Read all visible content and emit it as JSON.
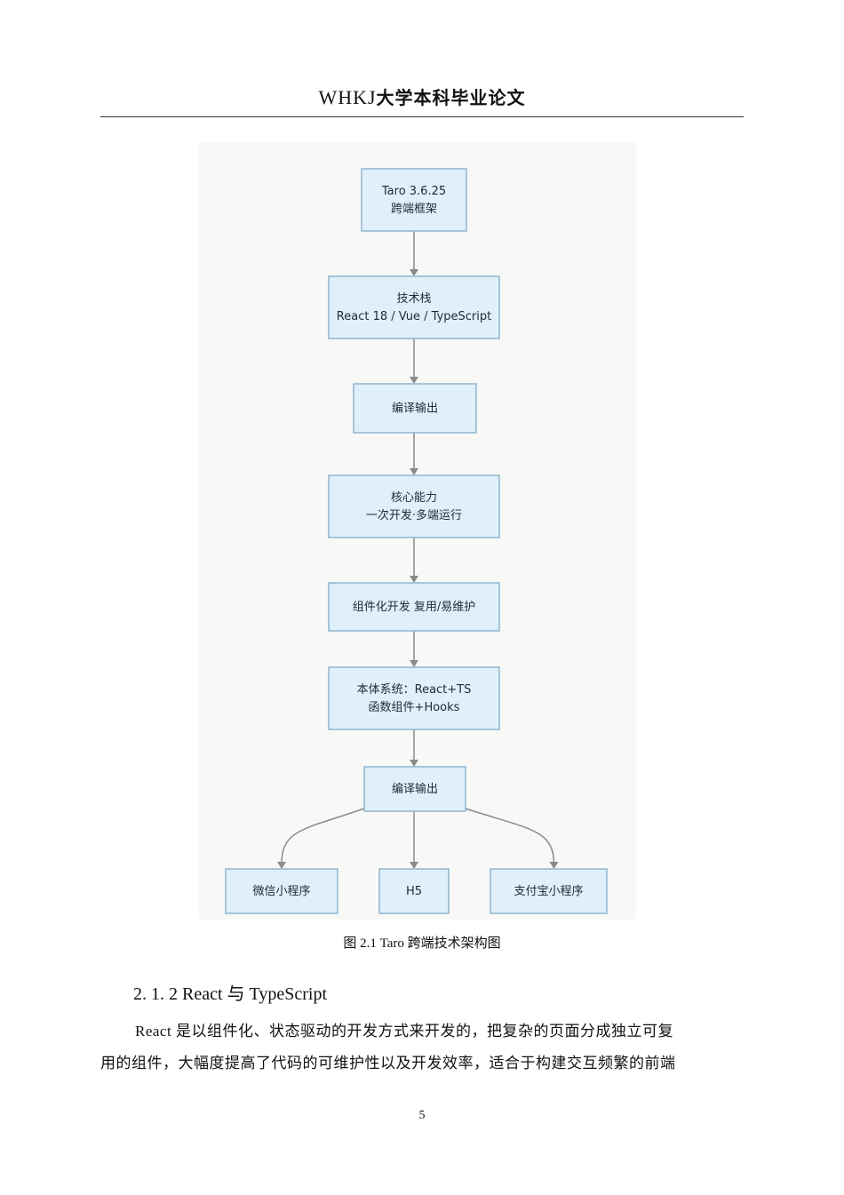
{
  "header": {
    "title_latin": "WHKJ",
    "title_cjk": "大学本科毕业论文"
  },
  "figure": {
    "nodes": [
      {
        "id": "taro",
        "lines": [
          "Taro 3.6.25",
          "跨端框架"
        ]
      },
      {
        "id": "stack",
        "lines": [
          "技术栈",
          "React 18 / Vue / TypeScript"
        ]
      },
      {
        "id": "compile1",
        "lines": [
          "编译输出"
        ]
      },
      {
        "id": "core",
        "lines": [
          "核心能力",
          "一次开发·多端运行"
        ]
      },
      {
        "id": "component",
        "lines": [
          "组件化开发 复用/易维护"
        ]
      },
      {
        "id": "system",
        "lines": [
          "本体系统：React+TS",
          "函数组件+Hooks"
        ]
      },
      {
        "id": "compile2",
        "lines": [
          "编译输出"
        ]
      },
      {
        "id": "wechat",
        "lines": [
          "微信小程序"
        ]
      },
      {
        "id": "h5",
        "lines": [
          "H5"
        ]
      },
      {
        "id": "alipay",
        "lines": [
          "支付宝小程序"
        ]
      }
    ],
    "caption": "图 2.1 Taro  跨端技术架构图"
  },
  "section": {
    "number_title": "2. 1. 2 React",
    "connector": "与",
    "title_rest": "TypeScript"
  },
  "body": {
    "line1": "React  是以组件化、状态驱动的开发方式来开发的，把复杂的页面分成独立可复",
    "line2": "用的组件，大幅度提高了代码的可维护性以及开发效率，适合于构建交互频繁的前端"
  },
  "page_number": "5"
}
